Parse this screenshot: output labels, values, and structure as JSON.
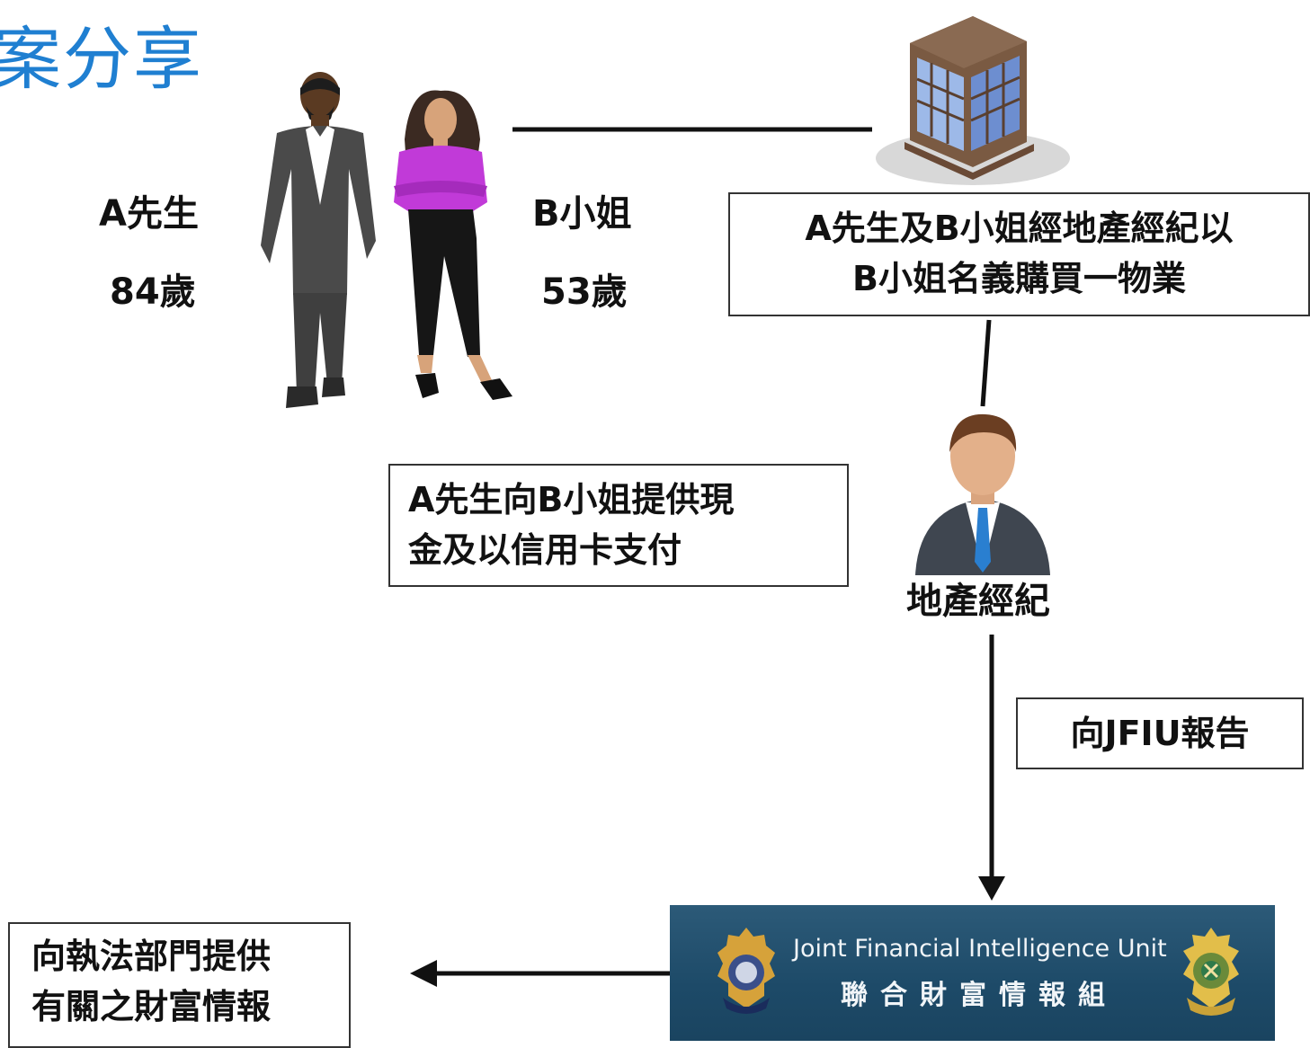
{
  "title": "案分享",
  "persons": {
    "mr_a": {
      "name": "A先生",
      "age": "84歲"
    },
    "ms_b": {
      "name": "B小姐",
      "age": "53歲"
    }
  },
  "boxes": {
    "purchase": {
      "line1": "A先生及B小姐經地產經紀以",
      "line2": "B小姐名義購買一物業"
    },
    "payment": {
      "line1": "A先生向B小姐提供現",
      "line2": "金及以信用卡支付"
    },
    "report": {
      "text": "向JFIU報告"
    },
    "provide": {
      "line1": "向執法部門提供",
      "line2": "有關之財富情報"
    }
  },
  "agent_label": "地產經紀",
  "jfiu": {
    "name_en": "Joint Financial Intelligence Unit",
    "name_zh": "聯合財富情報組"
  },
  "icons": [
    "building-icon",
    "man-figure-icon",
    "woman-figure-icon",
    "agent-avatar-icon",
    "police-crest-icon",
    "customs-crest-icon"
  ],
  "colors": {
    "title": "#1f7fd1",
    "jfiu_banner": "#1d4a68",
    "woman_top": "#c13ad8",
    "tie": "#2a7fd0"
  }
}
